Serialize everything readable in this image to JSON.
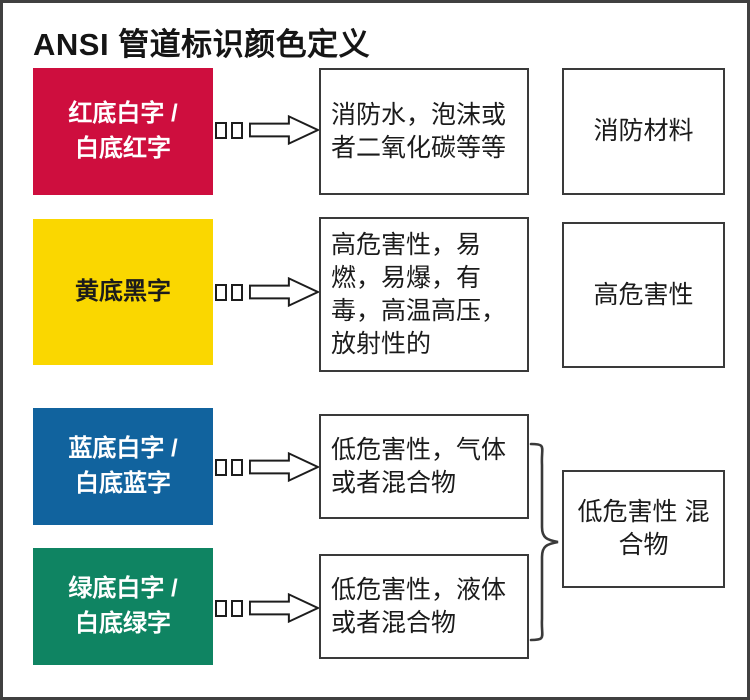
{
  "title": "ANSI 管道标识颜色定义",
  "colors": {
    "red": "#CE0E3E",
    "yellow": "#FAD700",
    "blue": "#11639E",
    "green": "#0F8462",
    "white": "#FFFFFF",
    "black": "#1B1B1B",
    "outline": "#3A3A3A",
    "frame": "#404040"
  },
  "rows": [
    {
      "swatch_line1": "红底白字 /",
      "swatch_line2": "白底红字",
      "swatch_bg": "#CE0E3E",
      "swatch_fg": "#FFFFFF",
      "arrow_prefix": "□□",
      "description": "消防水，泡沫或者二氧化碳等等",
      "category": "消防材料"
    },
    {
      "swatch_line1": "黄底黑字",
      "swatch_line2": "",
      "swatch_bg": "#FAD700",
      "swatch_fg": "#1B1B1B",
      "arrow_prefix": "□□",
      "description": "高危害性，易燃，易爆，有毒，高温高压，放射性的",
      "category": "高危害性"
    },
    {
      "swatch_line1": "蓝底白字 /",
      "swatch_line2": "白底蓝字",
      "swatch_bg": "#11639E",
      "swatch_fg": "#FFFFFF",
      "arrow_prefix": "□□",
      "description": "低危害性，气体或者混合物",
      "category": ""
    },
    {
      "swatch_line1": "绿底白字 /",
      "swatch_line2": "白底绿字",
      "swatch_bg": "#0F8462",
      "swatch_fg": "#FFFFFF",
      "arrow_prefix": "□□",
      "description": "低危害性，液体或者混合物",
      "category": ""
    }
  ],
  "grouped_category": {
    "line1": "低危害性",
    "line2": "混合物"
  }
}
